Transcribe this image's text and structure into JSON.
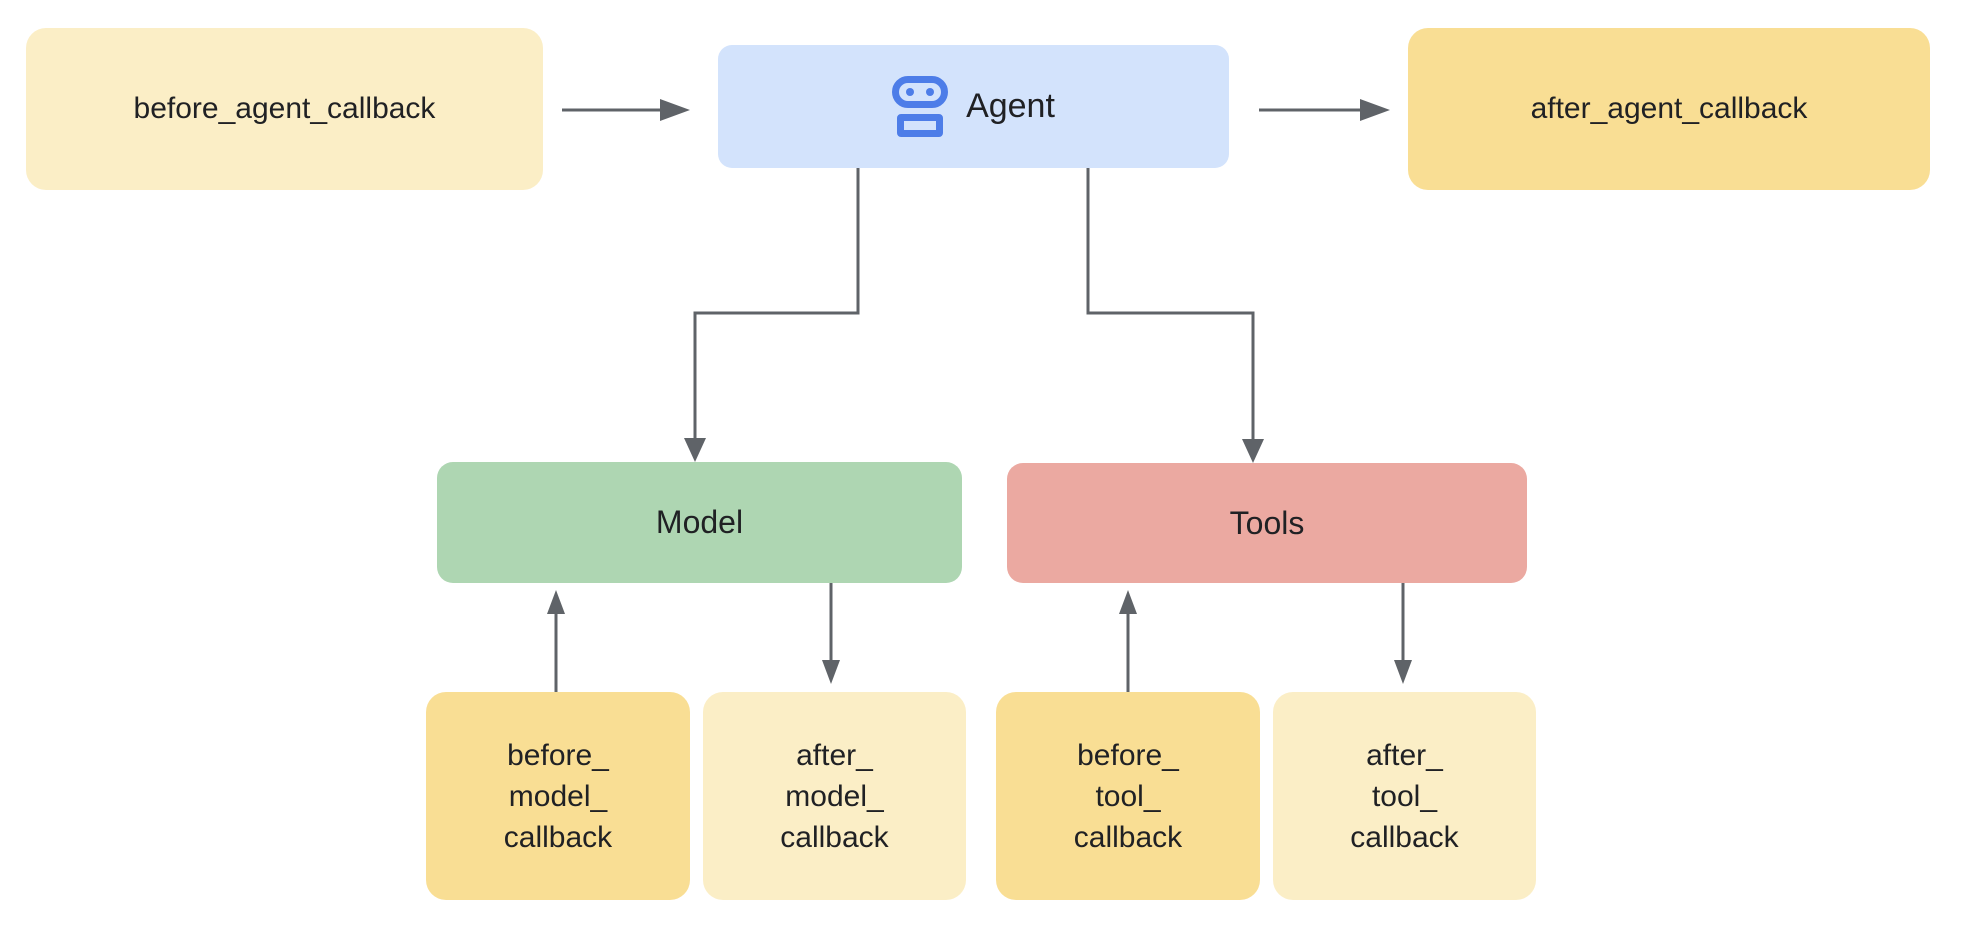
{
  "diagram": {
    "nodes": {
      "before_agent": {
        "label": "before_agent_callback",
        "fill": "#fbeec6"
      },
      "agent": {
        "label": "Agent",
        "fill": "#d3e3fc",
        "icon": "robot-icon"
      },
      "after_agent": {
        "label": "after_agent_callback",
        "fill": "#f9de94"
      },
      "model": {
        "label": "Model",
        "fill": "#aed6b2"
      },
      "tools": {
        "label": "Tools",
        "fill": "#eba9a1"
      },
      "before_model": {
        "label": "before_\nmodel_\ncallback",
        "fill": "#f9de94"
      },
      "after_model": {
        "label": "after_\nmodel_\ncallback",
        "fill": "#fbeec6"
      },
      "before_tool": {
        "label": "before_\ntool_\ncallback",
        "fill": "#f9de94"
      },
      "after_tool": {
        "label": "after_\ntool_\ncallback",
        "fill": "#fbeec6"
      }
    },
    "edges": [
      {
        "from": "before_agent",
        "to": "agent"
      },
      {
        "from": "agent",
        "to": "after_agent"
      },
      {
        "from": "agent",
        "to": "model"
      },
      {
        "from": "agent",
        "to": "tools"
      },
      {
        "from": "before_model",
        "to": "model"
      },
      {
        "from": "model",
        "to": "after_model"
      },
      {
        "from": "before_tool",
        "to": "tools"
      },
      {
        "from": "tools",
        "to": "after_tool"
      }
    ],
    "colors": {
      "arrow": "#5f6368",
      "text": "#202124",
      "icon": "#4d7de8",
      "background": "#ffffff"
    }
  }
}
